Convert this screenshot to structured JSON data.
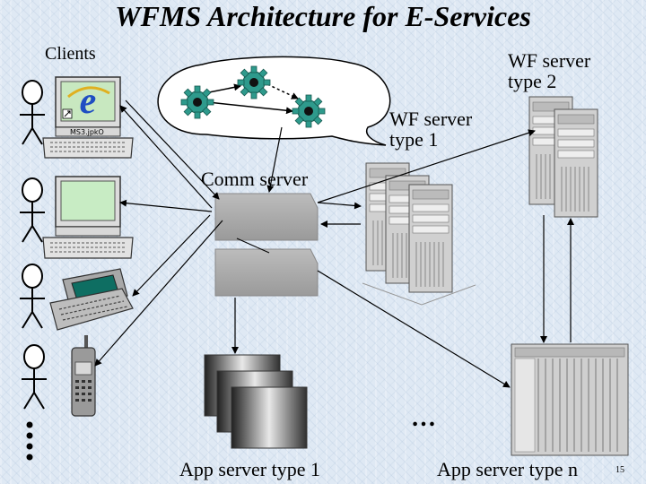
{
  "title": "WFMS Architecture for E-Services",
  "labels": {
    "clients": "Clients",
    "wf_server_type_2": "WF  server type 2",
    "wf_server_type_1": "WF server type 1",
    "comm_server": "Comm server",
    "app_server_type_1": "App server type 1",
    "app_server_type_n": "App server type n",
    "more_servers": "…",
    "page_number": "15",
    "monitor_caption": "MS3.jpkO"
  },
  "icons": {
    "user": "stick-figure-icon",
    "desktop_browser": "desktop-computer-ie-icon",
    "desktop": "desktop-computer-icon",
    "pda": "handheld-pda-icon",
    "phone": "mobile-phone-icon",
    "gear": "gear-icon",
    "tower": "tower-server-icon",
    "rack": "rack-server-icon"
  },
  "colors": {
    "gear": "#2e9a8c",
    "cloud": "#ffffff",
    "server": "#c8c8c8",
    "monitor_screen": "#c8e8c0",
    "background": "#dfe9f4"
  }
}
